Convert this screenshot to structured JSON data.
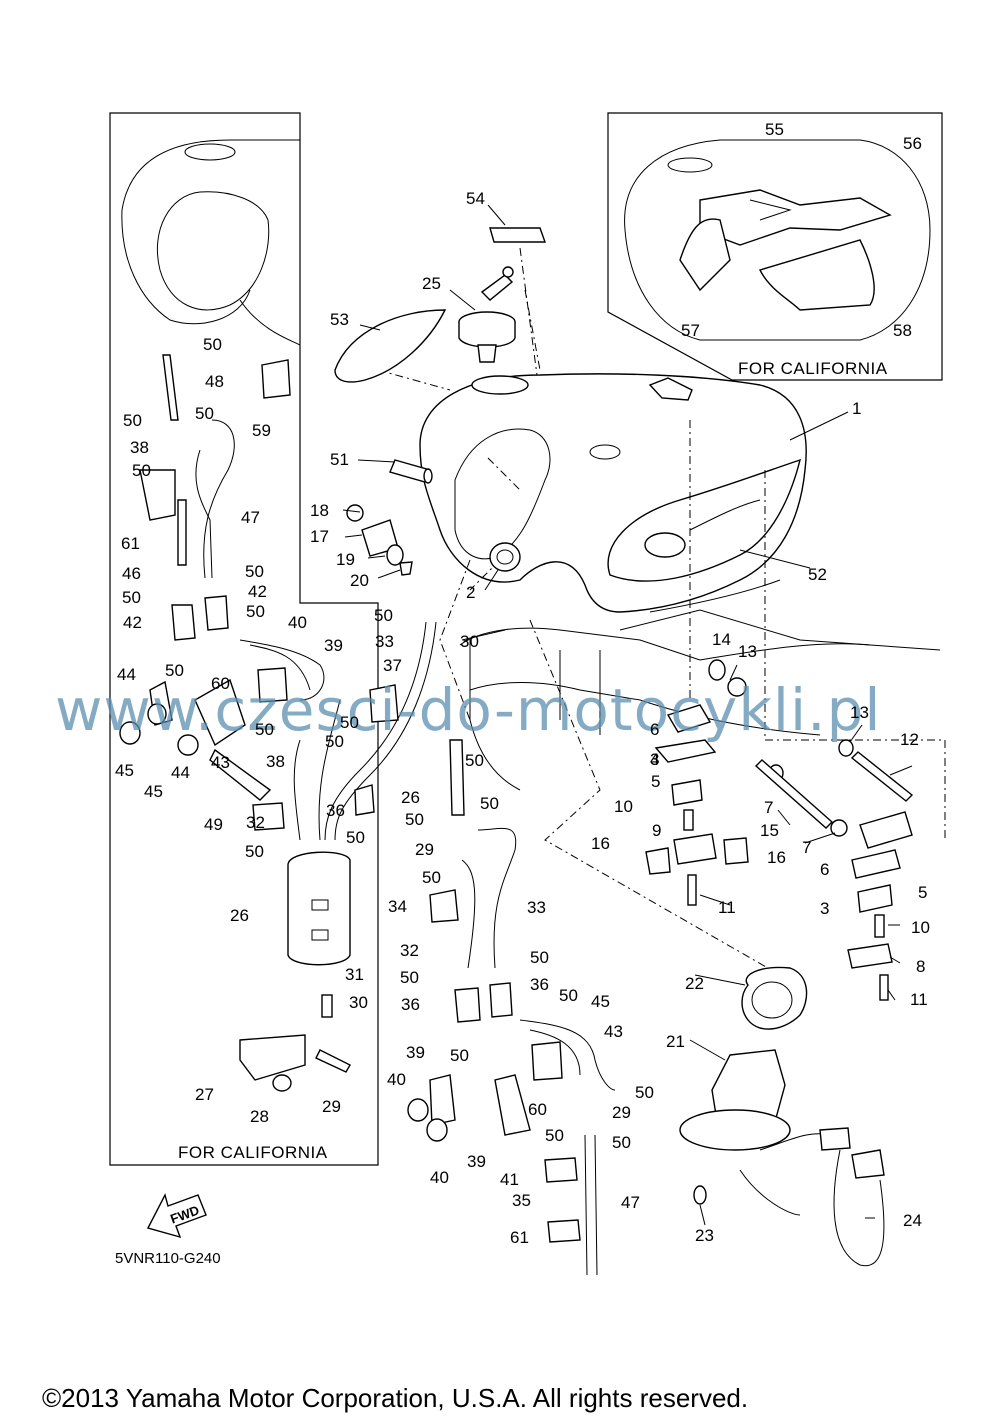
{
  "diagram_code": "5VNR110-G240",
  "copyright": "©2013 Yamaha Motor Corporation, U.S.A. All rights reserved.",
  "watermark": "www.czesci-do-motocykli.pl",
  "california_label_left": "FOR CALIFORNIA",
  "california_label_right": "FOR CALIFORNIA",
  "fwd_label": "FWD",
  "callouts": {
    "c1": "1",
    "c2": "2",
    "c3a": "3",
    "c3b": "3",
    "c4": "4",
    "c5a": "5",
    "c5b": "5",
    "c6a": "6",
    "c6b": "6",
    "c7a": "7",
    "c7b": "7",
    "c8": "8",
    "c9": "9",
    "c10a": "10",
    "c10b": "10",
    "c11a": "11",
    "c11b": "11",
    "c12": "12",
    "c13a": "13",
    "c13b": "13",
    "c14": "14",
    "c15": "15",
    "c16a": "16",
    "c16b": "16",
    "c17": "17",
    "c18": "18",
    "c19": "19",
    "c20": "20",
    "c21": "21",
    "c22": "22",
    "c23": "23",
    "c24": "24",
    "c25": "25",
    "c26a": "26",
    "c26b": "26",
    "c27": "27",
    "c28": "28",
    "c29a": "29",
    "c29b": "29",
    "c29c": "29",
    "c30a": "30",
    "c30b": "30",
    "c31": "31",
    "c32a": "32",
    "c32b": "32",
    "c33a": "33",
    "c33b": "33",
    "c34": "34",
    "c35": "35",
    "c36a": "36",
    "c36b": "36",
    "c36c": "36",
    "c37": "37",
    "c38a": "38",
    "c38b": "38",
    "c39a": "39",
    "c39b": "39",
    "c39c": "39",
    "c40a": "40",
    "c40b": "40",
    "c40c": "40",
    "c41": "41",
    "c42a": "42",
    "c42b": "42",
    "c43a": "43",
    "c43b": "43",
    "c44a": "44",
    "c44b": "44",
    "c45a": "45",
    "c45b": "45",
    "c45c": "45",
    "c46": "46",
    "c47a": "47",
    "c47b": "47",
    "c48": "48",
    "c49": "49",
    "c50_01": "50",
    "c50_02": "50",
    "c50_03": "50",
    "c50_04": "50",
    "c50_05": "50",
    "c50_06": "50",
    "c50_07": "50",
    "c50_08": "50",
    "c50_09": "50",
    "c50_10": "50",
    "c50_11": "50",
    "c50_12": "50",
    "c50_13": "50",
    "c50_14": "50",
    "c50_15": "50",
    "c50_16": "50",
    "c50_17": "50",
    "c50_18": "50",
    "c50_19": "50",
    "c50_20": "50",
    "c50_21": "50",
    "c50_22": "50",
    "c50_23": "50",
    "c50_24": "50",
    "c50_25": "50",
    "c50_26": "50",
    "c51": "51",
    "c52": "52",
    "c53": "53",
    "c54": "54",
    "c55": "55",
    "c56": "56",
    "c57": "57",
    "c58": "58",
    "c59": "59",
    "c60a": "60",
    "c60b": "60",
    "c61a": "61",
    "c61b": "61"
  }
}
